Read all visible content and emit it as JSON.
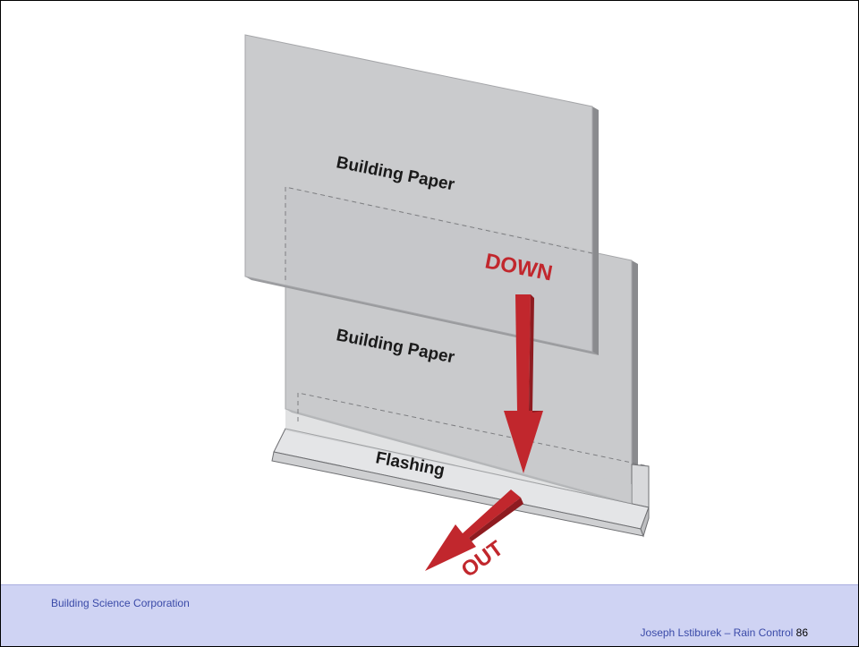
{
  "diagram": {
    "upper_paper_label": "Building Paper",
    "lower_paper_label": "Building Paper",
    "flashing_label": "Flashing",
    "down_label": "DOWN",
    "out_label": "OUT"
  },
  "colors": {
    "paper_fill": "#c9cacc",
    "paper_edge": "#8c8d90",
    "arrow_red": "#c1272d",
    "flashing_fill": "#e4e5e7",
    "footer_bg": "#cfd3f3",
    "footer_text": "#3a4aa8"
  },
  "footer": {
    "org": "Building Science Corporation",
    "credit": "Joseph Lstiburek – Rain Control",
    "page_number": "86"
  }
}
